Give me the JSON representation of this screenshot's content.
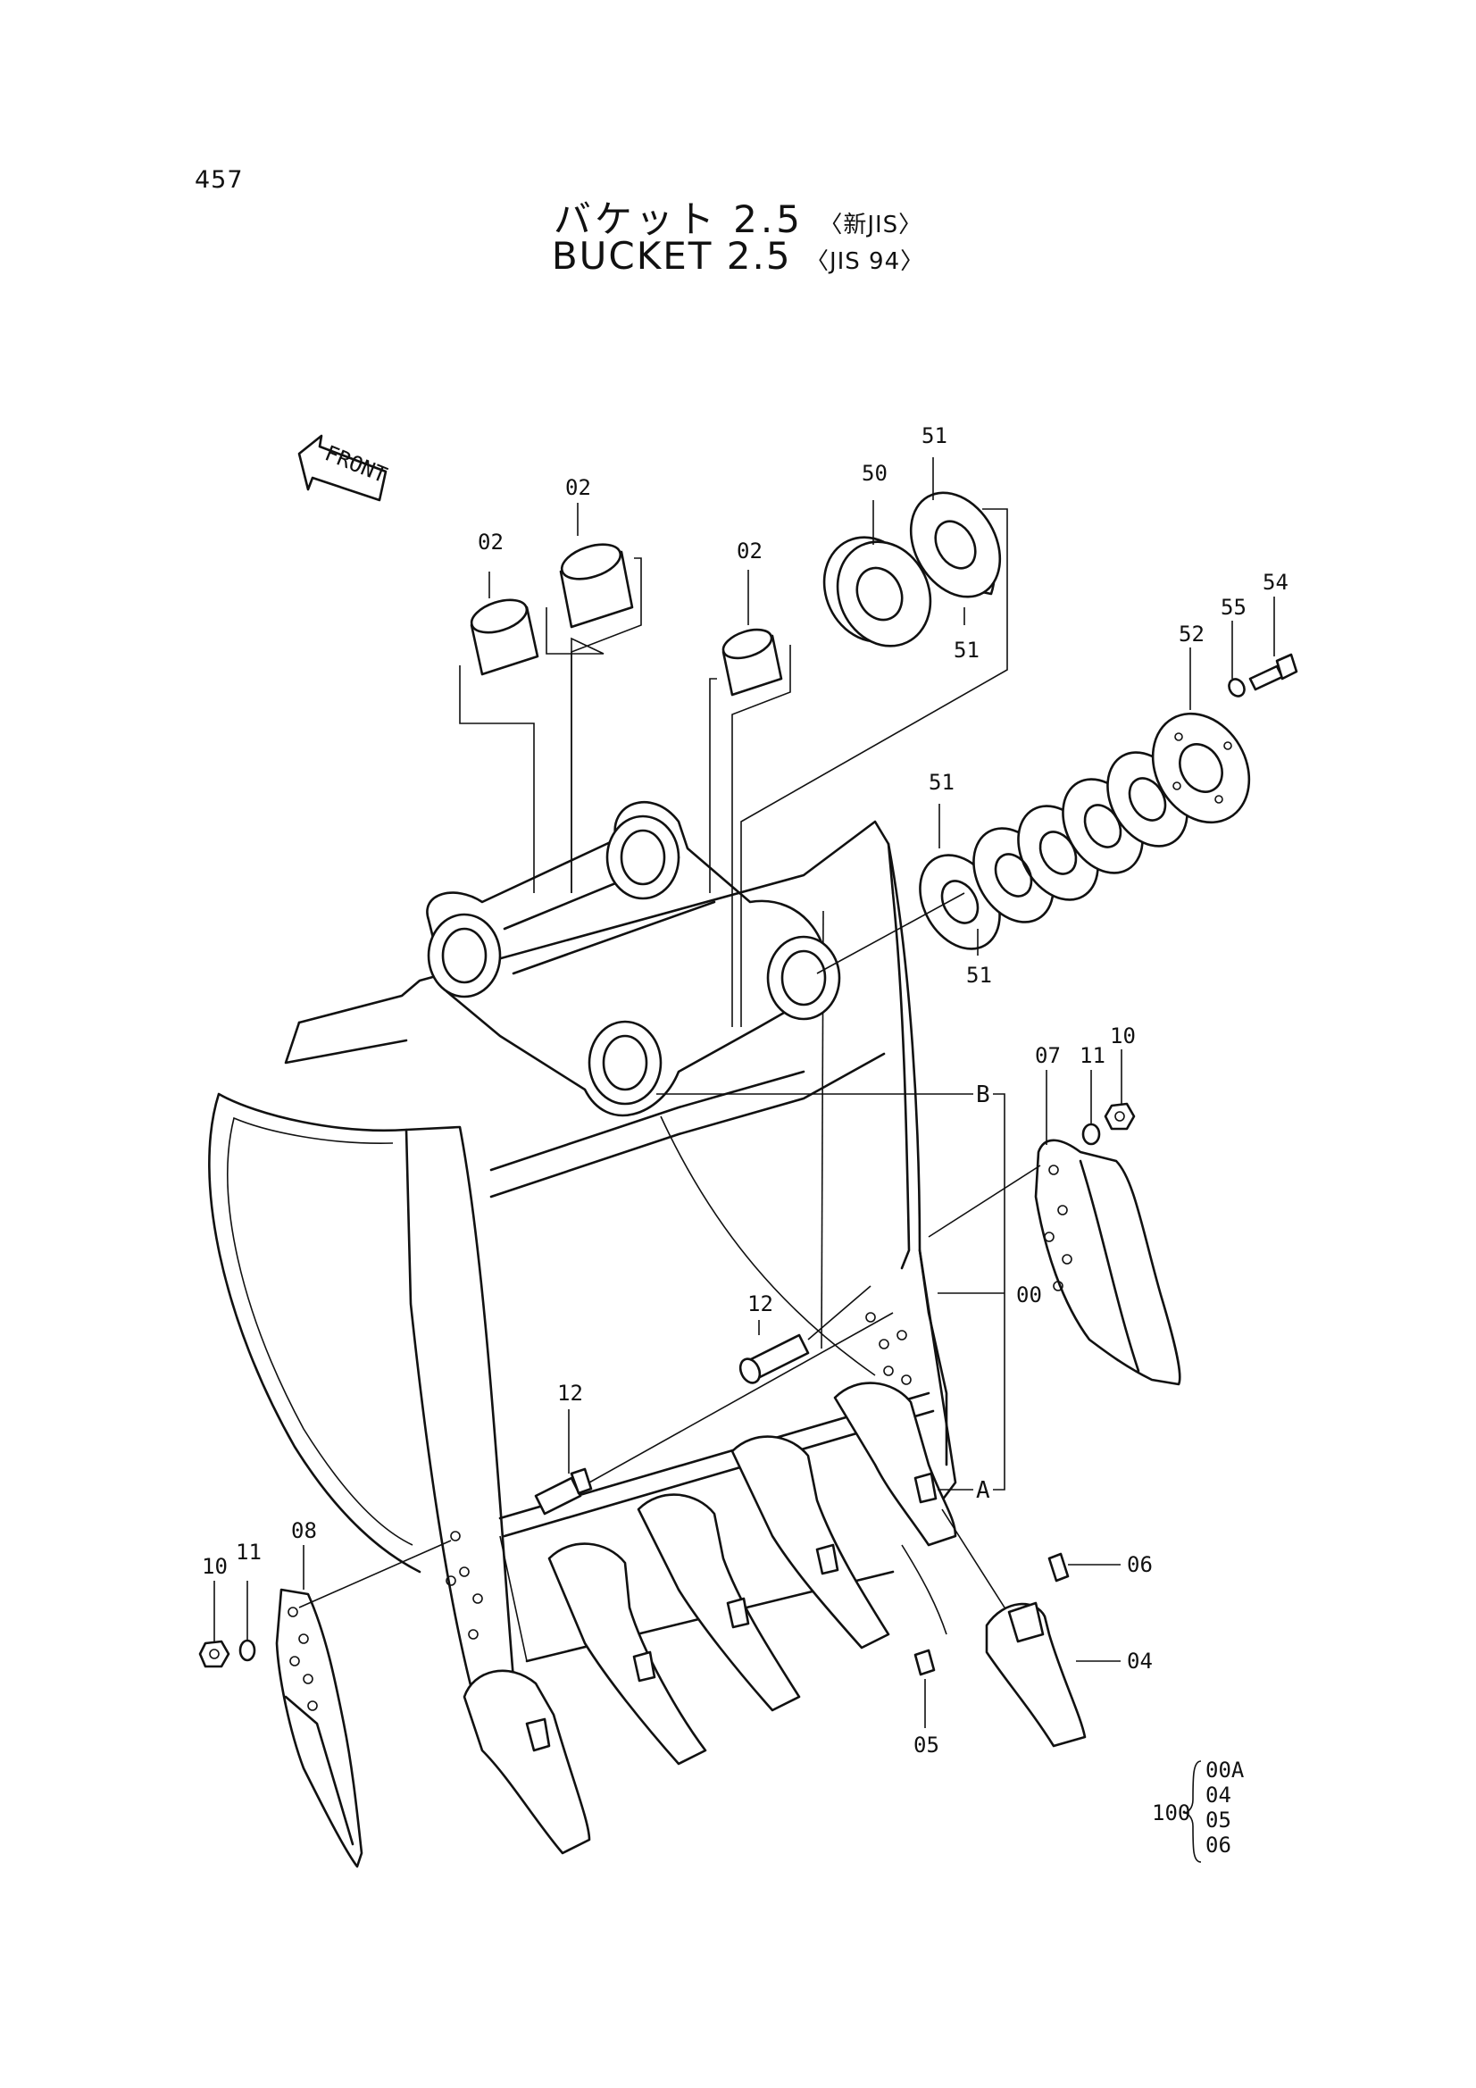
{
  "page_number": "457",
  "title": {
    "jp_main": "バケット 2.5",
    "jp_std": "〈新JIS〉",
    "en_main": "BUCKET 2.5",
    "en_std": "〈JIS 94〉"
  },
  "front_marker": "FRONT",
  "callouts": {
    "p02a": "02",
    "p02b": "02",
    "p02c": "02",
    "p50": "50",
    "p51a": "51",
    "p51b": "51",
    "p51c": "51",
    "p51d": "51",
    "p52": "52",
    "p55": "55",
    "p54": "54",
    "p07": "07",
    "p11a": "11",
    "p10a": "10",
    "pB": "B",
    "p00": "00",
    "pA": "A",
    "p12a": "12",
    "p12b": "12",
    "p08": "08",
    "p10b": "10",
    "p11b": "11",
    "p06": "06",
    "p04": "04",
    "p05": "05"
  },
  "assembly": {
    "number": "100",
    "items": [
      "00A",
      "04",
      "05",
      "06"
    ]
  }
}
